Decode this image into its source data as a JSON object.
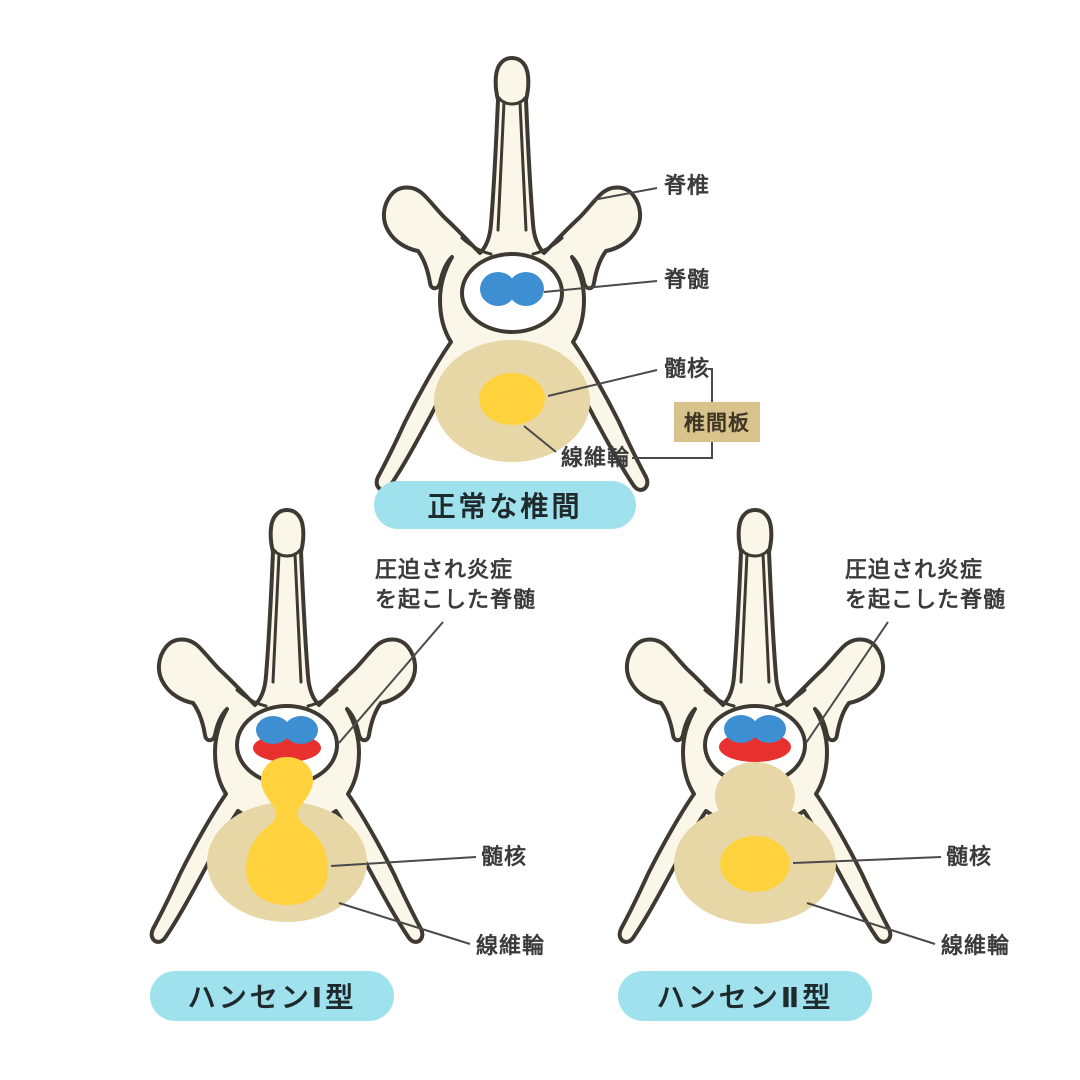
{
  "colors": {
    "bone": "#FBF7E8",
    "outline": "#3E3933",
    "disc": "#E7D6A6",
    "nucleus": "#FFD23E",
    "cord": "#3E8FD2",
    "inflammation": "#E8312E",
    "pill_bg": "#9FE2ED",
    "pill_text": "#1F2A2D",
    "badge_bg": "#D8C38C",
    "label_text": "#3B3B3B",
    "line": "#4A4A4A"
  },
  "normal_panel": {
    "title": "正常な椎間",
    "label_vertebra": "脊椎",
    "label_spinal_cord": "脊髄",
    "label_nucleus": "髄核",
    "label_disc_badge": "椎間板",
    "label_annulus": "線維輪"
  },
  "hansen1_panel": {
    "title": "ハンセンⅠ型",
    "label_compressed_line1": "圧迫され炎症",
    "label_compressed_line2": "を起こした脊髄",
    "label_nucleus": "髄核",
    "label_annulus": "線維輪"
  },
  "hansen2_panel": {
    "title": "ハンセンⅡ型",
    "label_compressed_line1": "圧迫され炎症",
    "label_compressed_line2": "を起こした脊髄",
    "label_nucleus": "髄核",
    "label_annulus": "線維輪"
  }
}
